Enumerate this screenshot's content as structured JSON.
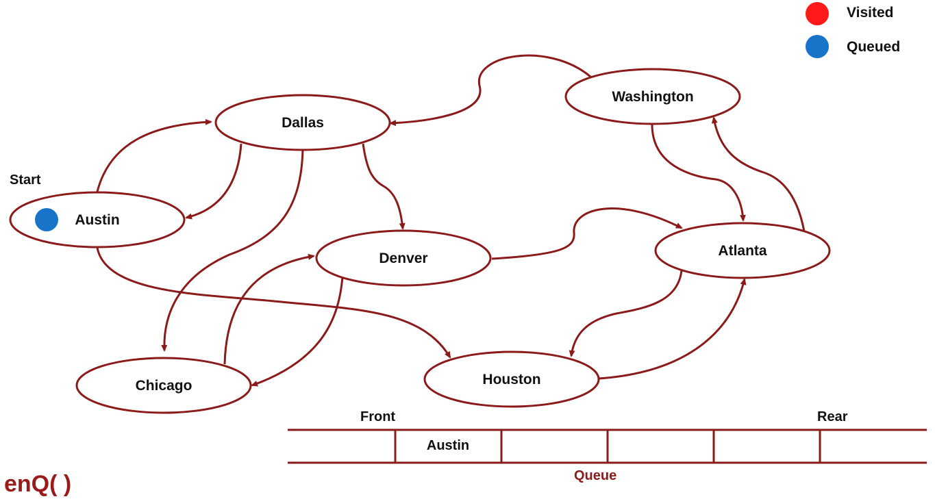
{
  "colors": {
    "visited": "#FF1A1A",
    "queued": "#1874C8",
    "edge": "#8B1A1A",
    "node_border": "#8B1A1A",
    "operation": "#9B1B1B"
  },
  "legend": {
    "visited_label": "Visited",
    "queued_label": "Queued"
  },
  "start_label": "Start",
  "nodes": [
    {
      "id": "dallas",
      "label": "Dallas",
      "state": "none"
    },
    {
      "id": "austin",
      "label": "Austin",
      "state": "queued"
    },
    {
      "id": "washington",
      "label": "Washington",
      "state": "none"
    },
    {
      "id": "denver",
      "label": "Denver",
      "state": "none"
    },
    {
      "id": "atlanta",
      "label": "Atlanta",
      "state": "none"
    },
    {
      "id": "chicago",
      "label": "Chicago",
      "state": "none"
    },
    {
      "id": "houston",
      "label": "Houston",
      "state": "none"
    }
  ],
  "edges": [
    {
      "from": "austin",
      "to": "dallas"
    },
    {
      "from": "dallas",
      "to": "austin"
    },
    {
      "from": "dallas",
      "to": "chicago"
    },
    {
      "from": "dallas",
      "to": "denver"
    },
    {
      "from": "washington",
      "to": "dallas"
    },
    {
      "from": "washington",
      "to": "atlanta"
    },
    {
      "from": "atlanta",
      "to": "washington"
    },
    {
      "from": "denver",
      "to": "atlanta"
    },
    {
      "from": "denver",
      "to": "chicago"
    },
    {
      "from": "chicago",
      "to": "denver"
    },
    {
      "from": "austin",
      "to": "houston"
    },
    {
      "from": "atlanta",
      "to": "houston"
    },
    {
      "from": "houston",
      "to": "atlanta"
    }
  ],
  "queue": {
    "front_label": "Front",
    "rear_label": "Rear",
    "caption": "Queue",
    "cells": [
      "",
      "Austin",
      "",
      "",
      "",
      ""
    ]
  },
  "operation": "enQ( )"
}
